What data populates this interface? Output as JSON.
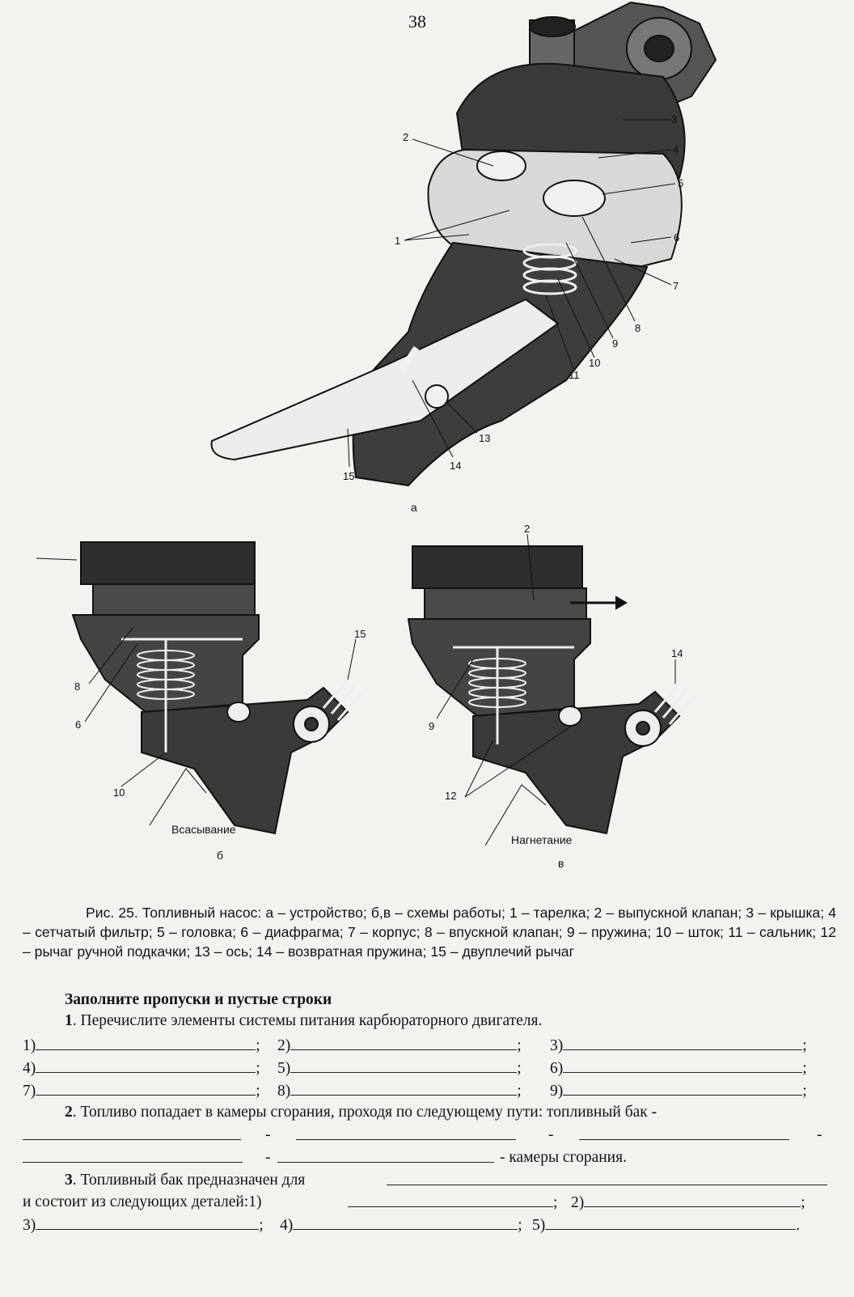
{
  "page_number": "38",
  "figure": {
    "panel_a_letter": "а",
    "panel_b_letter": "б",
    "panel_c_letter": "в",
    "suction_label": "Всасывание",
    "discharge_label": "Нагнетание",
    "callouts_a": [
      "1",
      "2",
      "3",
      "4",
      "5",
      "6",
      "7",
      "8",
      "9",
      "10",
      "11",
      "13",
      "14",
      "15"
    ],
    "callouts_b": [
      "8",
      "6",
      "10",
      "15"
    ],
    "callouts_c": [
      "2",
      "9",
      "12",
      "14"
    ],
    "caption": "Рис. 25. Топливный насос: а – устройство;  б,в – схемы работы; 1 – тарелка; 2 – выпускной клапан; 3 – крышка; 4 – сетчатый фильтр; 5 – головка; 6 – диафрагма; 7 – корпус; 8 – впускной клапан; 9 – пружина; 10 – шток; 11 – сальник; 12 – рычаг ручной подкачки; 13 – ось; 14 – возвратная пружина; 15 – двуплечий рычаг"
  },
  "tasks": {
    "heading": "Заполните пропуски и пустые строки",
    "q1_num": "1",
    "q1_text": ". Перечислите элементы системы питания карбюраторного двигателя.",
    "q1_items": [
      "1)",
      "2)",
      "3)",
      "4)",
      "5)",
      "6)",
      "7)",
      "8)",
      "9)"
    ],
    "semicolon": ";",
    "q2_num": "2",
    "q2_text": ". Топливо попадает в камеры сгорания, проходя по следующему пути: топливный бак -",
    "dash": "-",
    "q2_end": "- камеры сгорания.",
    "q3_num": "3",
    "q3_text": ". Топливный бак предназначен для",
    "q3_line2": "и состоит из следующих деталей:1)",
    "q3_items": [
      "2)",
      "3)",
      "4)",
      "5)"
    ],
    "period": "."
  }
}
